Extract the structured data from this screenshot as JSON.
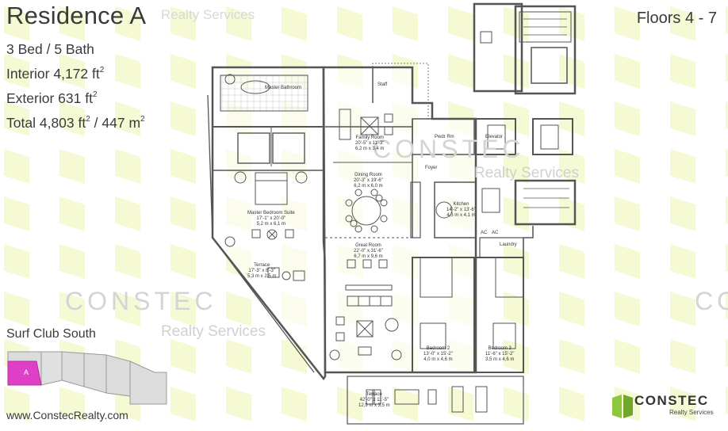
{
  "header": {
    "residence_title": "Residence A",
    "floors": "Floors 4 - 7",
    "realty_tag": "Realty Services"
  },
  "specs": {
    "bed_bath": "3 Bed / 5 Bath",
    "interior_label": "Interior",
    "interior_value": "4,172 ft",
    "exterior_label": "Exterior",
    "exterior_value": "631 ft",
    "total_label": "Total",
    "total_ft": "4,803 ft",
    "total_m": "/ 447 m",
    "sup": "2"
  },
  "watermarks": {
    "brand": "CONSTEC",
    "sub": "Realty Services"
  },
  "rooms": {
    "master_bathroom": "Master Bathroom",
    "staff": "Staff",
    "family_room": [
      "Family Room",
      "20'-5\" x 11'-3\"",
      "6,2 m x 3,4 m"
    ],
    "powder_room": "Pwdr Rm",
    "elevator": "Elevator",
    "dining_room": [
      "Dining Room",
      "20'-3\" x 19'-6\"",
      "6,2 m x 6,0 m"
    ],
    "foyer": "Foyer",
    "kitchen": [
      "Kitchen",
      "14'-2\" x 13'-6\"",
      "4,3 m x 4,1 m"
    ],
    "master_suite": [
      "Master Bedroom Suite",
      "17'-1\" x 20'-0\"",
      "5,2 m x 6,1 m"
    ],
    "great_room": [
      "Great Room",
      "22'-0\" x 31'-6\"",
      "6,7 m x 9,6 m"
    ],
    "terrace_1": [
      "Terrace",
      "17'-3\" x 8'-3\"",
      "5,3 m x 2,5 m"
    ],
    "laundry": "Laundry",
    "bedroom_2": [
      "Bedroom 2",
      "13'-0\" x 15'-2\"",
      "4,0 m x 4,6 m"
    ],
    "bedroom_3": [
      "Bedroom 3",
      "11'-6\" x 15'-2\"",
      "3,5 m x 4,6 m"
    ],
    "terrace_2": [
      "Terrace",
      "42'-0\" x 11'-5\"",
      "12,9 m x 3,5 m"
    ],
    "ac": "AC"
  },
  "keyplan": {
    "building_name": "Surf Club South",
    "unit_label": "A",
    "highlight_color": "#e040c8"
  },
  "footer": {
    "website": "www.ConstecRealty.com",
    "logo_name": "CONSTEC",
    "logo_sub": "Realty Services",
    "logo_color": "#8dc63f"
  }
}
